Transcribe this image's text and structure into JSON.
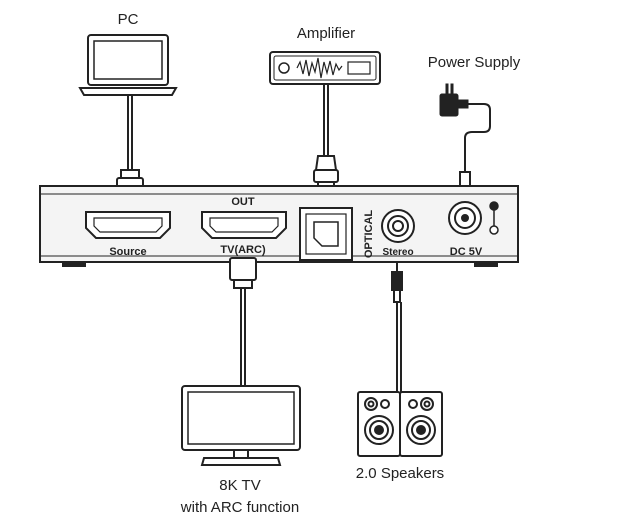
{
  "labels": {
    "pc": "PC",
    "amplifier": "Amplifier",
    "power_supply": "Power Supply",
    "out": "OUT",
    "source": "Source",
    "tv_arc": "TV(ARC)",
    "optical": "OPTICAL",
    "stereo": "Stereo",
    "dc": "DC 5V",
    "tv_line1": "8K TV",
    "tv_line2": "with ARC function",
    "speakers": "2.0 Speakers"
  },
  "icons": [
    "laptop-icon",
    "amplifier-icon",
    "power-adapter-icon",
    "hdmi-port-icon",
    "optical-port-icon",
    "audio-jack-icon",
    "dc-jack-icon",
    "tv-icon",
    "speaker-icon"
  ],
  "colors": {
    "line": "#222222",
    "device_fill": "#ffffff",
    "panel_fill": "#f4f4f4"
  }
}
